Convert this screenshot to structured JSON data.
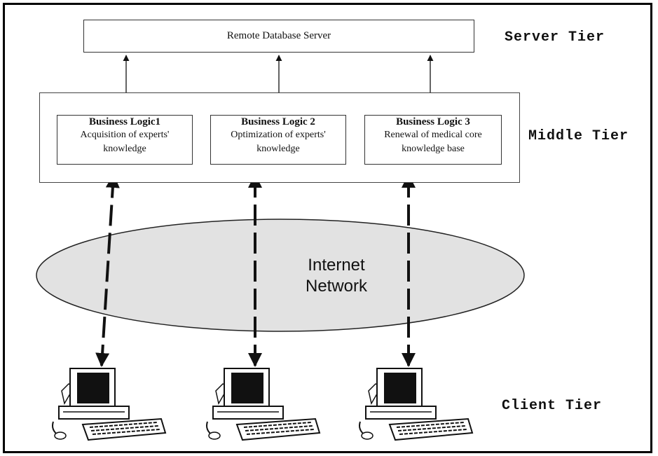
{
  "server": {
    "label": "Remote Database Server"
  },
  "tiers": {
    "server": "Server Tier",
    "middle": "Middle Tier",
    "client": "Client Tier"
  },
  "logic": [
    {
      "title": "Business Logic1",
      "line1": "Acquisition of experts'",
      "line2": "knowledge"
    },
    {
      "title": "Business Logic 2",
      "line1": "Optimization of experts'",
      "line2": "knowledge"
    },
    {
      "title": "Business Logic 3",
      "line1": "Renewal of medical core",
      "line2": "knowledge base"
    }
  ],
  "network": {
    "line1": "Internet",
    "line2": "Network"
  },
  "icons": {
    "client_computer": "desktop-computer-icon"
  }
}
